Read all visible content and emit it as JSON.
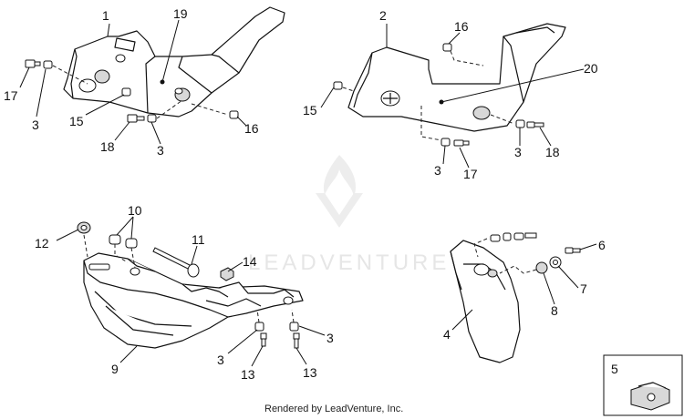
{
  "callouts": {
    "c1": "1",
    "c19": "19",
    "c17a": "17",
    "c3a": "3",
    "c15a": "15",
    "c18a": "18",
    "c3b": "3",
    "c16a": "16",
    "c2": "2",
    "c16b": "16",
    "c20": "20",
    "c15b": "15",
    "c3c": "3",
    "c17b": "17",
    "c3d": "3",
    "c18b": "18",
    "c10": "10",
    "c12": "12",
    "c11": "11",
    "c14": "14",
    "c9": "9",
    "c3e": "3",
    "c13a": "13",
    "c3f": "3",
    "c13b": "13",
    "c6": "6",
    "c7": "7",
    "c8": "8",
    "c4": "4",
    "c5": "5"
  },
  "watermark": "LEADVENTURE",
  "footer": "Rendered by LeadVenture, Inc."
}
